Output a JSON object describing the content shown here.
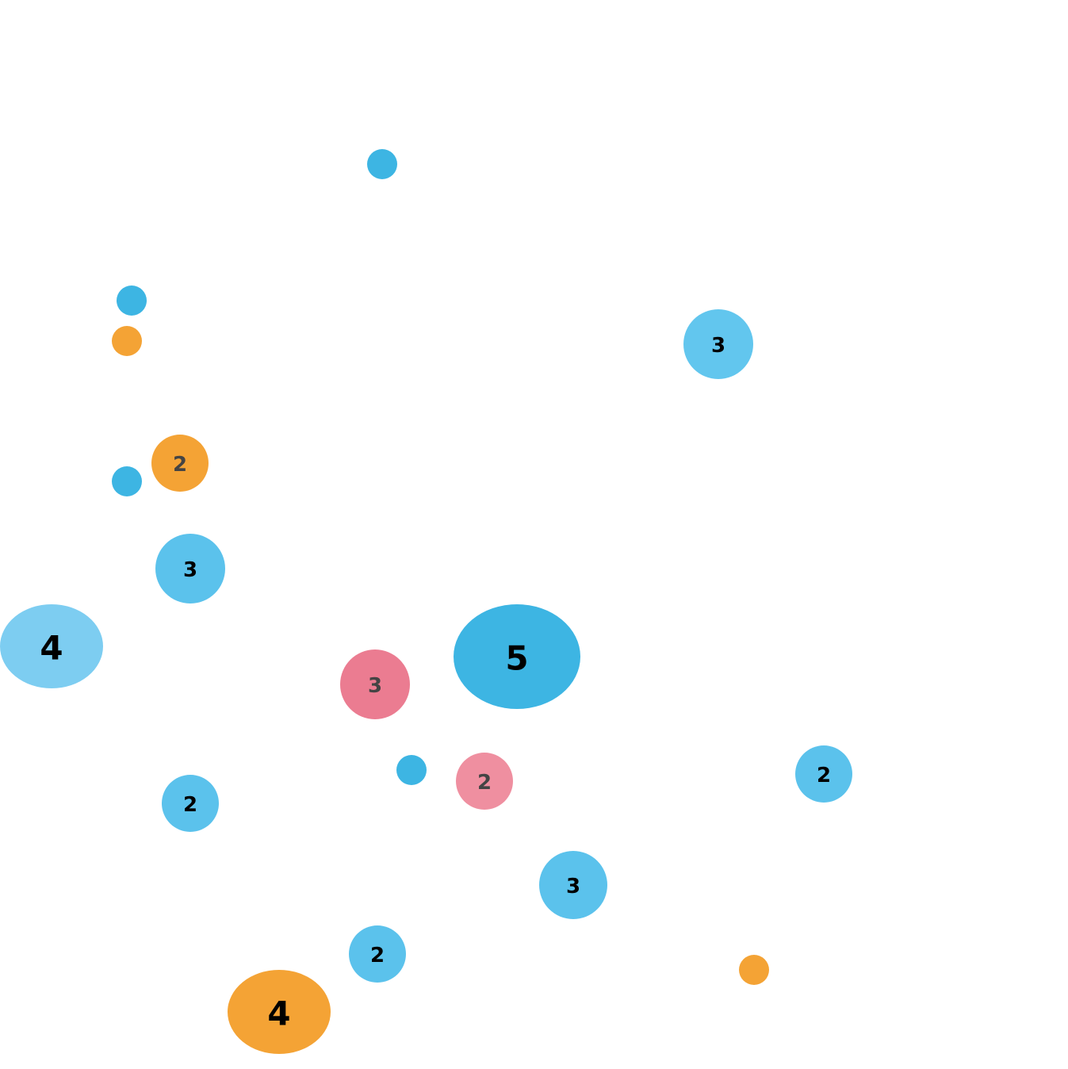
{
  "map": {
    "markers": [
      {
        "kind": "point",
        "color": "#3db5e3"
      },
      {
        "kind": "point",
        "color": "#3db5e3"
      },
      {
        "kind": "point",
        "color": "#f4a335"
      },
      {
        "kind": "cluster",
        "count": "3",
        "color": "#62c6ee"
      },
      {
        "kind": "cluster",
        "count": "2",
        "color": "#f4a335"
      },
      {
        "kind": "point",
        "color": "#3db5e3"
      },
      {
        "kind": "cluster",
        "count": "3",
        "color": "#5bc2ec"
      },
      {
        "kind": "cluster",
        "count": "4",
        "color": "#7dcdf1"
      },
      {
        "kind": "cluster",
        "count": "5",
        "color": "#3db5e3"
      },
      {
        "kind": "cluster",
        "count": "3",
        "color": "#eb7c91"
      },
      {
        "kind": "point",
        "color": "#3db5e3"
      },
      {
        "kind": "cluster",
        "count": "2",
        "color": "#ef8fa0"
      },
      {
        "kind": "cluster",
        "count": "2",
        "color": "#5bc2ec"
      },
      {
        "kind": "cluster",
        "count": "2",
        "color": "#5bc2ec"
      },
      {
        "kind": "cluster",
        "count": "3",
        "color": "#5bc2ec"
      },
      {
        "kind": "cluster",
        "count": "2",
        "color": "#5bc2ec"
      },
      {
        "kind": "cluster",
        "count": "4",
        "color": "#f4a335"
      },
      {
        "kind": "point",
        "color": "#f4a335"
      }
    ]
  }
}
